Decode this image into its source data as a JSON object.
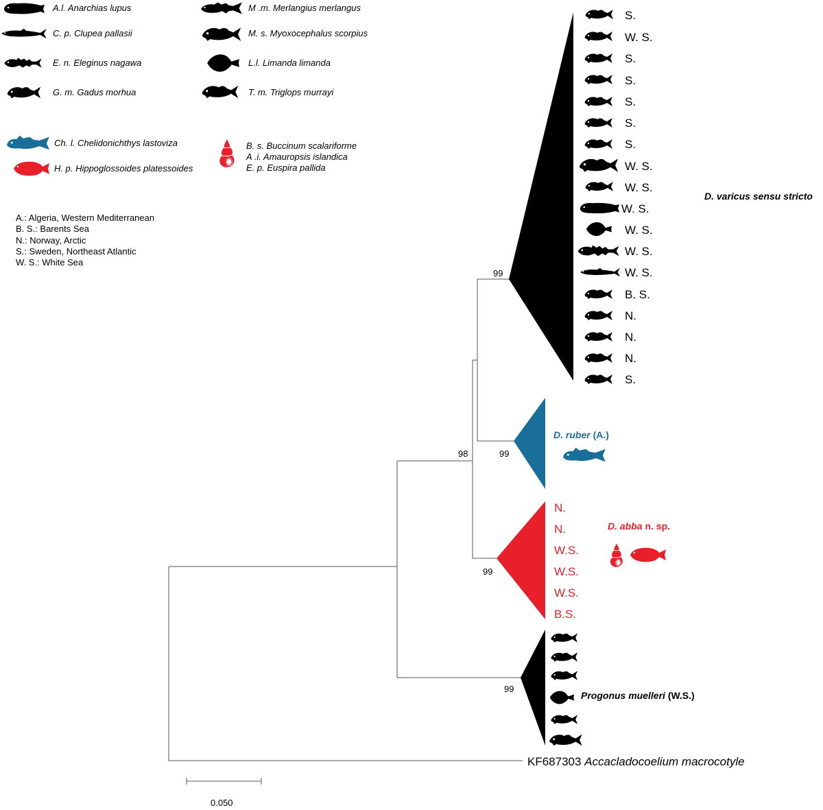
{
  "legend_hosts_black": [
    {
      "text": "A.l. Anarchias lupus",
      "icon": "wolffish-icon"
    },
    {
      "text": "C. p. Clupea pallasii",
      "icon": "herring-icon"
    },
    {
      "text": "E. n. Eleginus nagawa",
      "icon": "cod-icon"
    },
    {
      "text": "G. m. Gadus morhua",
      "icon": "cod-icon"
    },
    {
      "text": "M .m. Merlangius merlangus",
      "icon": "whiting-icon"
    },
    {
      "text": "M. s. Myoxocephalus scorpius",
      "icon": "sculpin-icon"
    },
    {
      "text": "L.l. Limanda limanda",
      "icon": "flatfish-icon"
    },
    {
      "text": "T. m. Triglops murrayi",
      "icon": "sculpin-icon"
    }
  ],
  "legend_hosts_color": [
    {
      "text": "Ch. l. Chelidonichthys lastoviza",
      "color": "#1a6f9a",
      "icon": "gurnard-icon"
    },
    {
      "text": "H. p. Hippoglossoides platessoides",
      "color": "#e8202a",
      "icon": "plaice-icon"
    },
    {
      "text": "B. s. Buccinum scalariforme",
      "color": "#e8202a",
      "icon": "snail-icon"
    },
    {
      "text": "A .i. Amauropsis islandica",
      "color": "#e8202a"
    },
    {
      "text": "E. p. Euspira pallida",
      "color": "#e8202a"
    }
  ],
  "locality_key": [
    "A.: Algeria, Western Mediterranean",
    "B. S.: Barents Sea",
    "N.: Norway, Arctic",
    "S.: Sweden, Northeast Atlantic",
    "W. S.: White Sea"
  ],
  "tree": {
    "varicus_samples": [
      "S.",
      "W. S.",
      "S.",
      "S.",
      "S.",
      "S.",
      "S.",
      "W. S.",
      "W. S.",
      "W. S.",
      "W. S.",
      "W. S.",
      "W. S.",
      "B. S.",
      "N.",
      "N.",
      "N.",
      "S."
    ],
    "varicus_label": "D. varicus sensu stricto",
    "ruber_italic": "D. ruber",
    "ruber_locality": "(A.)",
    "abba_samples": [
      "N.",
      "N.",
      "W.S.",
      "W.S.",
      "W.S.",
      "B.S."
    ],
    "abba_italic": "D. abba",
    "abba_rest": "n. sp.",
    "progonus_italic": "Progonus muelleri",
    "progonus_locality": "(W.S.)",
    "outgroup_acc": "KF687303",
    "outgroup_name": "Accacladocoelium macrocotyle",
    "bootstrap": {
      "varicus": "99",
      "ruber": "99",
      "ingroup": "98",
      "abba": "99",
      "progonus": "99"
    },
    "scale_label": "0.050"
  },
  "colors": {
    "black": "#000000",
    "blue": "#1a6f9a",
    "red": "#e8202a",
    "branch": "#555555"
  }
}
